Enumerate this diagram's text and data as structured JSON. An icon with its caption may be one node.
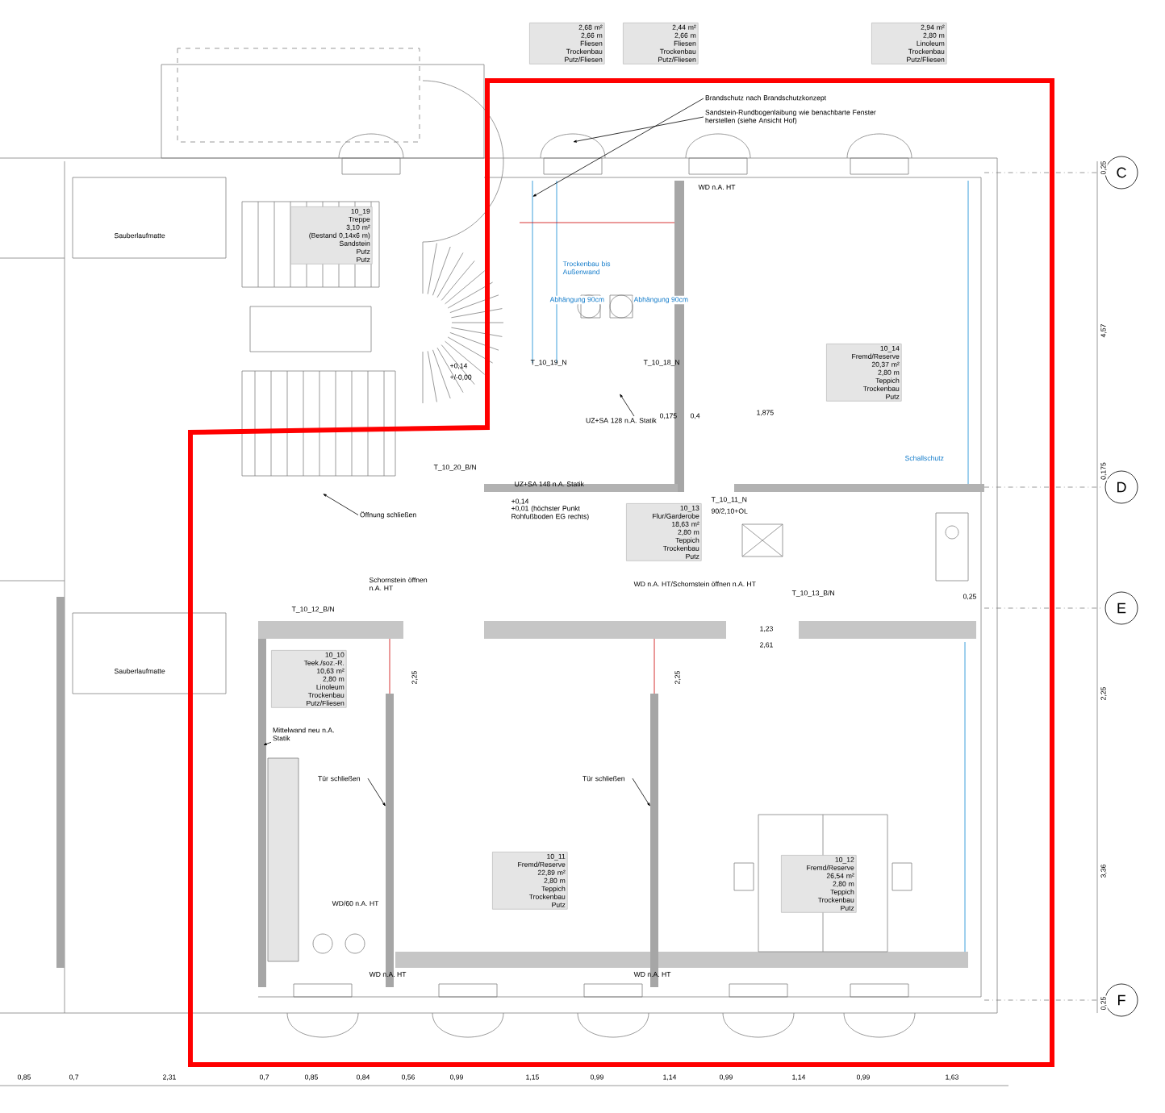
{
  "diagram": {
    "nodes": [
      {
        "text": [
          "10_14",
          "Fremd/Reserve",
          "20,37 m²",
          "2,80 m",
          "Teppich",
          "Trockenbau",
          "Putz"
        ]
      },
      {
        "text": [
          "10_13",
          "Flur/Garderobe",
          "18,63 m²",
          "2,80 m",
          "Teppich",
          "Trockenbau",
          "Putz"
        ]
      },
      {
        "text": [
          "10_10",
          "Teek./soz.-R.",
          "10,63 m²",
          "2,80 m",
          "Linoleum",
          "Trockenbau",
          "Putz/Fliesen"
        ]
      },
      {
        "text": [
          "10_11",
          "Fremd/Reserve",
          "22,89 m²",
          "2,80 m",
          "Teppich",
          "Trockenbau",
          "Putz"
        ]
      },
      {
        "text": [
          "10_12",
          "Fremd/Reserve",
          "26,54 m²",
          "2,80 m",
          "Teppich",
          "Trockenbau",
          "Putz"
        ]
      },
      {
        "text": [
          "10_19",
          "Treppe",
          "3,10 m²",
          "(Bestand 0,14x6 m)",
          "Sandstein",
          "Putz",
          "Putz"
        ]
      },
      {
        "text": [
          "2,68 m²",
          "2,66 m",
          "Fliesen",
          "Trockenbau",
          "Putz/Fliesen"
        ]
      },
      {
        "text": [
          "2,44 m²",
          "2,66 m",
          "Fliesen",
          "Trockenbau",
          "Putz/Fliesen"
        ]
      },
      {
        "text": [
          "2,94 m²",
          "2,80 m",
          "Linoleum",
          "Trockenbau",
          "Putz/Fliesen"
        ]
      },
      {
        "text": [
          "Brandschutz nach Brandschutzkonzept"
        ]
      },
      {
        "text": [
          "Sandstein-Rundbogenlaibung wie benachbarte Fenster herstellen (siehe Ansicht Hof)"
        ]
      },
      {
        "text": [
          "UZ+SA 128 n.A. Statik"
        ]
      },
      {
        "text": [
          "Tür schließen"
        ]
      },
      {
        "text": [
          "Tür schließen"
        ]
      },
      {
        "text": [
          "Öffnung schließen"
        ]
      },
      {
        "text": [
          "Mittelwand neu n.A. Statik"
        ]
      },
      {
        "text": [
          "C"
        ]
      },
      {
        "text": [
          "D"
        ]
      },
      {
        "text": [
          "E"
        ]
      },
      {
        "text": [
          "F"
        ]
      }
    ],
    "edges": [
      {
        "from": 9,
        "to": null,
        "arrow": "to"
      },
      {
        "from": 10,
        "to": null,
        "arrow": "to"
      },
      {
        "from": 11,
        "to": null,
        "arrow": "to"
      },
      {
        "from": 12,
        "to": null,
        "arrow": "to"
      },
      {
        "from": 13,
        "to": null,
        "arrow": "to"
      },
      {
        "from": 14,
        "to": null,
        "arrow": "to"
      },
      {
        "from": 15,
        "to": null,
        "arrow": "to"
      }
    ],
    "labels": [
      "Abhängung 90cm",
      "Abhängung 90cm",
      "Trockenbau bis Außenwand",
      "WD n.A. HT",
      "UZ+SA 148 n.A. Statik",
      "T_10_19_N",
      "T_10_18_N",
      "T_10_20_B/N",
      "T_10_11_N",
      "90/2,10+OL",
      "0,175",
      "0,4",
      "1,875",
      "Schallschutz",
      "Schornstein öffnen n.A. HT",
      "WD n.A. HT/Schornstein öffnen n.A. HT",
      "T_10_12_B/N",
      "T_10_13_B/N",
      "1,23",
      "2,61",
      "0,25",
      "WD/60 n.A. HT",
      "WD n.A. HT",
      "WD n.A. HT",
      "2,25",
      "2,25",
      "+0,14",
      "+/-0,00",
      "+0,14",
      "+0,01 (höchster Punkt Rohfußboden EG rechts)",
      "Sauberlaufmatte",
      "Sauberlaufmatte",
      "0,25",
      "4,57",
      "0,175",
      "2,25",
      "3,36",
      "0,25",
      "0,85",
      "0,7",
      "2,31",
      "0,7",
      "0,85",
      "0,84",
      "0,56",
      "0,99",
      "1,15",
      "0,99",
      "1,14",
      "0,99",
      "1,14",
      "0,99",
      "1,63"
    ]
  }
}
